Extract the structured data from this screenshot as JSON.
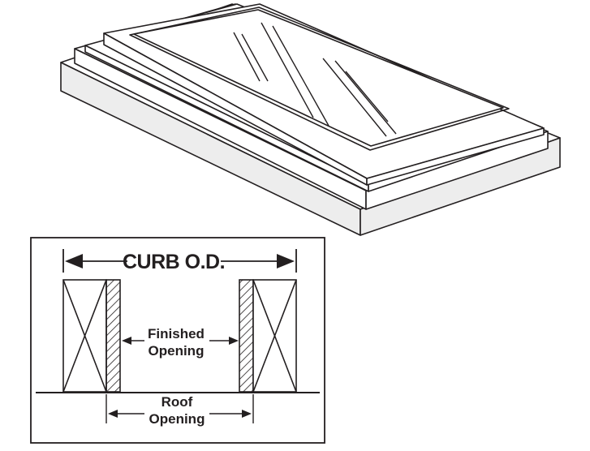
{
  "labels": {
    "curb_od": "CURB O.D.",
    "finished_opening_line1": "Finished",
    "finished_opening_line2": "Opening",
    "roof_opening_line1": "Roof",
    "roof_opening_line2": "Opening"
  },
  "colors": {
    "ink": "#231f20",
    "side_shade": "#ededed",
    "background": "#ffffff"
  }
}
